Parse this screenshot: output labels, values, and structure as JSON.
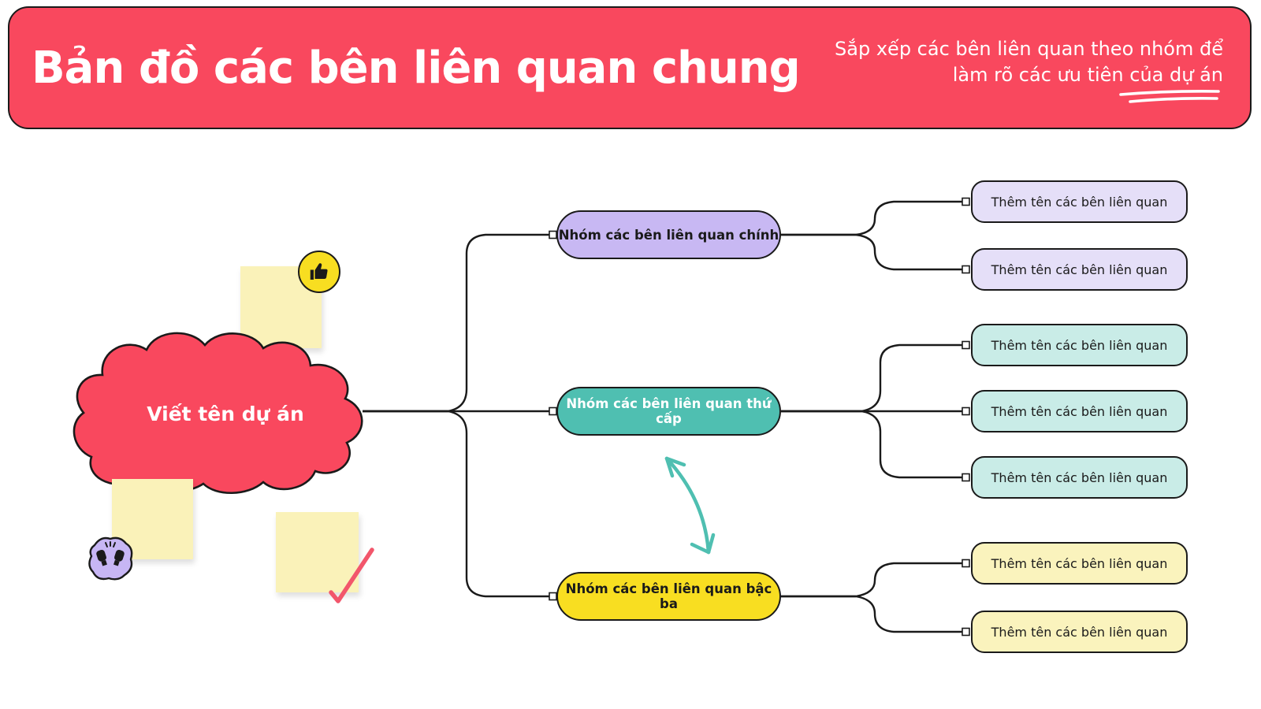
{
  "header": {
    "title": "Bản đồ các bên liên quan chung",
    "subtitle_line1": "Sắp xếp các bên liên quan theo nhóm để",
    "subtitle_line2": "làm rõ các ưu tiên của dự án",
    "background_color": "#F9485E",
    "text_color": "#FFFFFF"
  },
  "center_node": {
    "label": "Viết tên dự án",
    "fill": "#F9485E",
    "text_color": "#FFFFFF"
  },
  "groups": [
    {
      "label": "Nhóm các bên liên quan chính",
      "fill": "#C8B8F3",
      "text_color": "#1a1a1a",
      "child_fill": "#E5DFF8",
      "children": [
        "Thêm tên các bên liên quan",
        "Thêm tên các bên liên quan"
      ]
    },
    {
      "label": "Nhóm các bên liên quan thứ cấp",
      "fill": "#4FBFB1",
      "text_color": "#FFFFFF",
      "child_fill": "#C9ECE7",
      "children": [
        "Thêm tên các bên liên quan",
        "Thêm tên các bên liên quan",
        "Thêm tên các bên liên quan"
      ]
    },
    {
      "label": "Nhóm các bên liên quan bậc ba",
      "fill": "#F8DE21",
      "text_color": "#1a1a1a",
      "child_fill": "#FAF3BD",
      "children": [
        "Thêm tên các bên liên quan",
        "Thêm tên các bên liên quan"
      ]
    }
  ],
  "decorations": {
    "sticky_note_color": "#FAF2B9",
    "thumbs_up_badge_color": "#F8DE21",
    "raised_hands_badge_color": "#C7B6F4",
    "check_mark_color": "#F2566B",
    "swap_arrow_color": "#4FBFB1",
    "connector_color": "#1a1a1a"
  }
}
